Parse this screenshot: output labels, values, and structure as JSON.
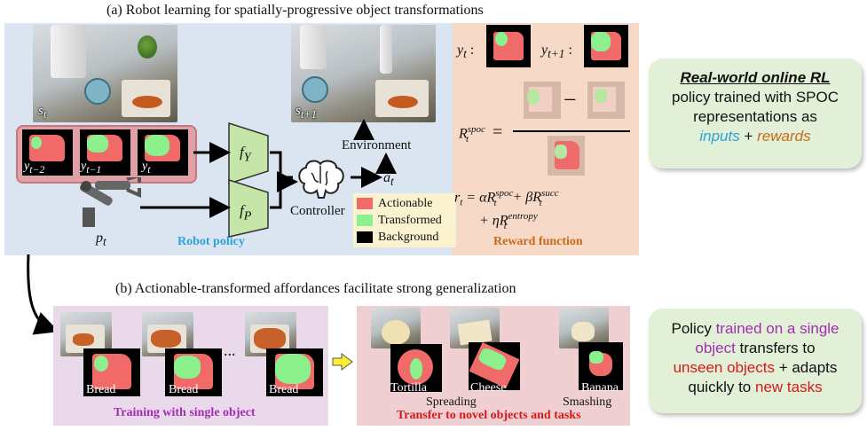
{
  "titles": {
    "a": "(a) Robot learning for spatially-progressive object transformations",
    "b": "(b) Actionable-transformed affordances facilitate strong generalization"
  },
  "policy": {
    "s_t": "s",
    "s_t_sub": "t",
    "s_t1": "s",
    "s_t1_sub": "t+1",
    "y_tm2": "y",
    "y_tm2_sub": "t−2",
    "y_tm1": "y",
    "y_tm1_sub": "t−1",
    "y_t": "y",
    "y_t_sub": "t",
    "p_t": "p",
    "p_t_sub": "t",
    "f_y": "f",
    "f_y_sub": "Y",
    "f_p": "f",
    "f_p_sub": "P",
    "controller": "Controller",
    "environment": "Environment",
    "a_t": "a",
    "a_t_sub": "t",
    "footer": "Robot policy"
  },
  "legend": {
    "items": [
      {
        "label": "Actionable",
        "color": "#f06a6a"
      },
      {
        "label": "Transformed",
        "color": "#8cf08c"
      },
      {
        "label": "Background",
        "color": "#000000"
      }
    ]
  },
  "reward": {
    "y_t_label": "y",
    "y_t_sub": "t",
    "y_t1_label": "y",
    "y_t1_sub": "t+1",
    "colon": ":",
    "r_spoc": "R",
    "r_spoc_sup": "spoc",
    "r_spoc_sub": "t",
    "equals": "=",
    "minus": "−",
    "eq_line1_a": "r",
    "eq_line1_b": "= αR",
    "eq_line1_c": "+ βR",
    "sup_spoc": "spoc",
    "sup_succ": "succ",
    "sup_entropy": "entropy",
    "eq_line2": "+ ηR",
    "footer": "Reward function"
  },
  "rl_box": {
    "title": "Real-world online RL",
    "line1": "policy trained with SPOC",
    "line2": "representations as",
    "inputs": "inputs",
    "plus": "+",
    "rewards": "rewards"
  },
  "training": {
    "labels": [
      "Bread",
      "Bread",
      "Bread"
    ],
    "dots": "...",
    "footer": "Training with single object"
  },
  "transfer": {
    "objects": [
      "Tortilla",
      "Cheese",
      "Banana"
    ],
    "tasks": [
      "Spreading",
      "Smashing"
    ],
    "footer": "Transfer to novel objects and tasks"
  },
  "gen_box": {
    "w1": "Policy",
    "w2": "trained on a single",
    "w3": "object",
    "w4": "transfers to",
    "w5": "unseen objects",
    "w6": "+ adapts",
    "w7": "quickly to",
    "w8": "new tasks"
  },
  "colors": {
    "policy_bg": "#dbe4f1",
    "reward_bg": "#f6d9c6",
    "training_bg": "#e9d9eb",
    "transfer_bg": "#f0cfd3",
    "history_bg": "#dfa0a6",
    "gray_block": "#7a7a7a",
    "blue_text": "#2aa3d8",
    "orange_text": "#c86a1a",
    "purple_text": "#a02eb0",
    "red_text": "#d61a1a"
  }
}
